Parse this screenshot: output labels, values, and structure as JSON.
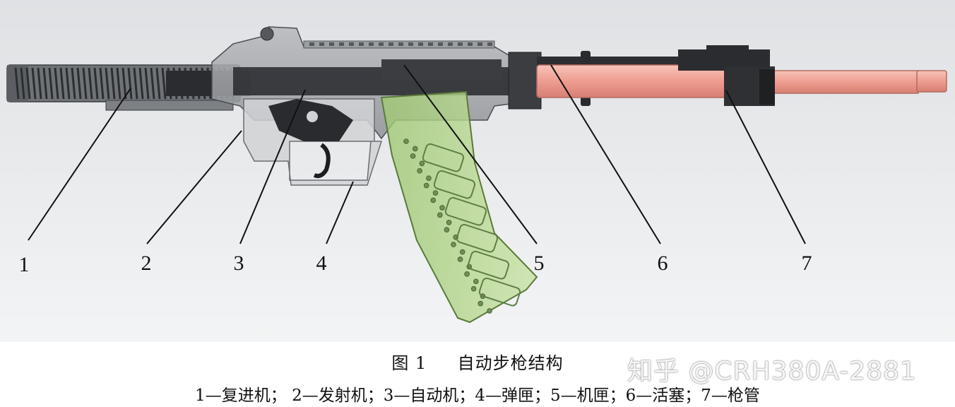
{
  "figure": {
    "caption_number": "图 1",
    "caption_title": "自动步枪结构",
    "legend": "1—复进机；  2—发射机；3—自动机；4—弹匣；5—机匣；6—活塞；7—枪管",
    "watermark": "知乎 @CRH380A-2881",
    "callouts": [
      {
        "label": "1",
        "part": "recoil-mechanism"
      },
      {
        "label": "2",
        "part": "firing-mechanism"
      },
      {
        "label": "3",
        "part": "automatic-mechanism"
      },
      {
        "label": "4",
        "part": "magazine"
      },
      {
        "label": "5",
        "part": "receiver"
      },
      {
        "label": "6",
        "part": "piston"
      },
      {
        "label": "7",
        "part": "barrel"
      }
    ],
    "colors": {
      "background_top": "#e4e6e8",
      "background_bottom": "#f4f5f6",
      "barrel": "#f2a79b",
      "magazine": "#b4d58c",
      "body_gray": "#8c8f93",
      "dark_parts": "#2a2b2e"
    }
  }
}
